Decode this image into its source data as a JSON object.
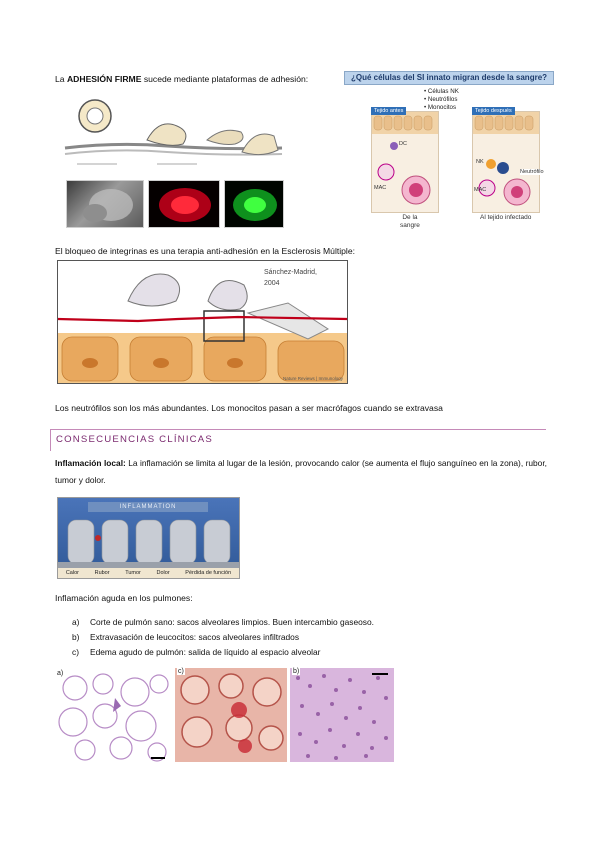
{
  "adhesion": {
    "text_prefix": "La ",
    "text_bold": "ADHESIÓN FIRME",
    "text_rest": " sucede mediante plataformas de adhesión:"
  },
  "innate": {
    "header": "¿Qué células del SI innato migran desde la sangre?",
    "bullets": [
      "Células NK",
      "Neutrófilos",
      "Monocitos"
    ],
    "tag_before": "Tejido antes",
    "tag_after": "Tejido después",
    "label_dc": "DC",
    "label_mac": "MAC",
    "label_mac2": "MAC",
    "label_nk": "NK",
    "label_neutrofilo": "Neutrófilo",
    "caption_left_1": "De la",
    "caption_left_2": "sangre",
    "caption_right": "Al tejido infectado"
  },
  "integrin": {
    "text": "El bloqueo de integrinas es una terapia anti-adhesión en la Esclerosis Múltiple:",
    "credit_1": "Sánchez-Madrid,",
    "credit_2": "2004",
    "journal": "Nature Reviews | Immunology"
  },
  "neutrophils_text": "Los neutrófilos son los más abundantes. Los monocitos pasan a ser macrófagos cuando se extravasa",
  "section_title": "CONSECUENCIAS CLÍNICAS",
  "local_inflammation": {
    "label": "Inflamación local:",
    "text": " La inflamación se limita al lugar de la lesión, provocando calor (se aumenta el flujo sanguíneo en la zona), rubor, tumor y dolor."
  },
  "statue": {
    "banner": "INFLAMMATION",
    "labels": [
      "Calor",
      "Rubor",
      "Tumor",
      "Dolor",
      "Pérdida de función"
    ]
  },
  "acute_lung": {
    "title": "Inflamación aguda en los pulmones:",
    "items": [
      {
        "marker": "a)",
        "text": "Corte de pulmón sano: sacos alveolares limpios. Buen intercambio gaseoso."
      },
      {
        "marker": "b)",
        "text": "Extravasación de leucocitos: sacos alveolares infiltrados"
      },
      {
        "marker": "c)",
        "text": "Edema agudo de pulmón: salida de líquido al espacio alveolar"
      }
    ],
    "panel_labels": [
      "a)",
      "c)",
      "b)"
    ]
  }
}
